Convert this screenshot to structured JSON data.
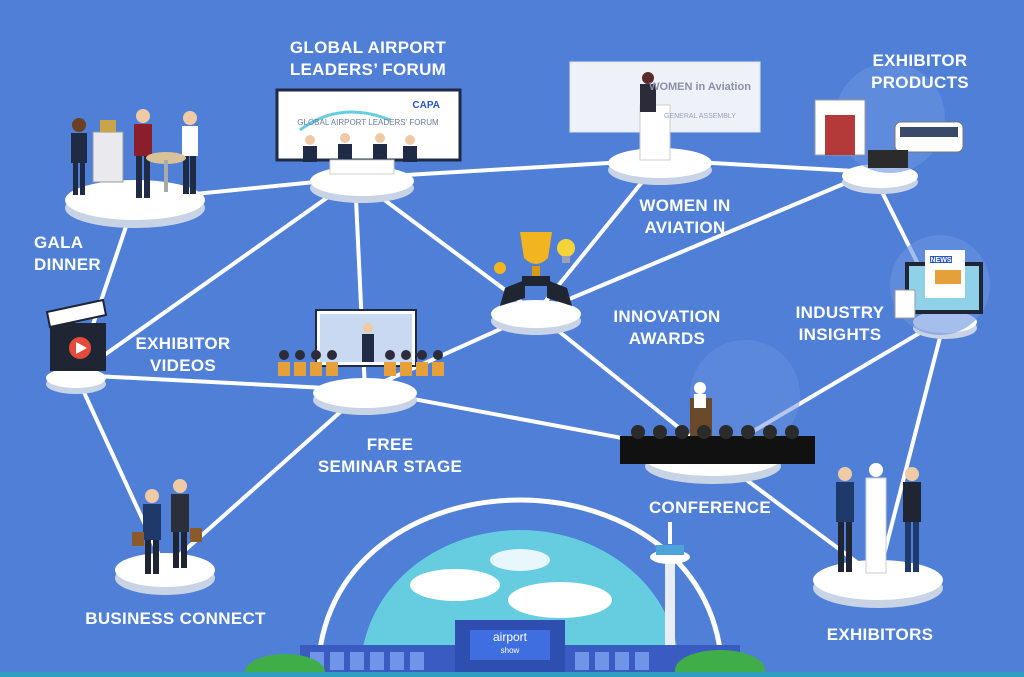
{
  "colors": {
    "background": "#4f7fd6",
    "lines": "#ffffff",
    "platform": "#ffffff",
    "platform_shadow": "#c8d3e6",
    "dome_sky": "#66cde0",
    "grass": "#3fae49",
    "building": "#3a5cc2"
  },
  "nodes": {
    "gala_dinner": "GALA\nDINNER",
    "global_forum": "GLOBAL AIRPORT\nLEADERS’ FORUM",
    "women_aviation": "WOMEN IN\nAVIATION",
    "exhibitor_products": "EXHIBITOR\nPRODUCTS",
    "exhibitor_videos": "EXHIBITOR\nVIDEOS",
    "innovation_awards": "INNOVATION\nAWARDS",
    "industry_insights": "INDUSTRY\nINSIGHTS",
    "free_seminar": "FREE\nSEMINAR STAGE",
    "conference": "CONFERENCE",
    "business_connect": "BUSINESS CONNECT",
    "exhibitors": "EXHIBITORS"
  },
  "screens": {
    "forum_brand": "CAPA",
    "forum_title": "GLOBAL AIRPORT LEADERS' FORUM",
    "women_title": "WOMEN in Aviation",
    "women_sub": "GENERAL ASSEMBLY",
    "news": "NEWS"
  },
  "building_sign": {
    "line1": "airport",
    "line2": "show"
  },
  "icons": [
    "clapperboard-icon",
    "trophy-icon",
    "lightbulb-icon",
    "play-icon",
    "news-monitor-icon"
  ]
}
